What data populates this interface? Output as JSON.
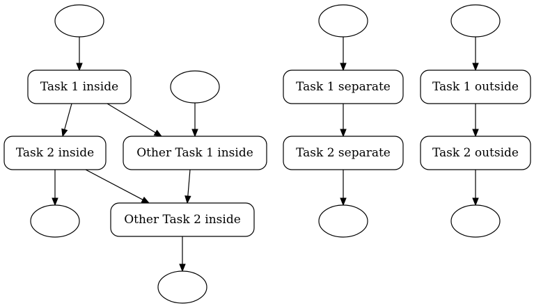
{
  "diagram": {
    "nodes": [
      {
        "id": "start1",
        "shape": "ellipse",
        "label": ""
      },
      {
        "id": "task1_inside",
        "shape": "box",
        "label": "Task 1 inside"
      },
      {
        "id": "task2_inside",
        "shape": "box",
        "label": "Task 2 inside"
      },
      {
        "id": "end1",
        "shape": "ellipse",
        "label": ""
      },
      {
        "id": "start2",
        "shape": "ellipse",
        "label": ""
      },
      {
        "id": "other_task1_inside",
        "shape": "box",
        "label": "Other Task 1 inside"
      },
      {
        "id": "other_task2_inside",
        "shape": "box",
        "label": "Other Task 2 inside"
      },
      {
        "id": "end2",
        "shape": "ellipse",
        "label": ""
      },
      {
        "id": "start3",
        "shape": "ellipse",
        "label": ""
      },
      {
        "id": "task1_separate",
        "shape": "box",
        "label": "Task 1 separate"
      },
      {
        "id": "task2_separate",
        "shape": "box",
        "label": "Task 2 separate"
      },
      {
        "id": "end3",
        "shape": "ellipse",
        "label": ""
      },
      {
        "id": "start4",
        "shape": "ellipse",
        "label": ""
      },
      {
        "id": "task1_outside",
        "shape": "box",
        "label": "Task 1 outside"
      },
      {
        "id": "task2_outside",
        "shape": "box",
        "label": "Task 2 outside"
      },
      {
        "id": "end4",
        "shape": "ellipse",
        "label": ""
      }
    ],
    "edges": [
      {
        "from": "start1",
        "to": "task1_inside"
      },
      {
        "from": "task1_inside",
        "to": "task2_inside"
      },
      {
        "from": "task1_inside",
        "to": "other_task1_inside"
      },
      {
        "from": "task2_inside",
        "to": "end1"
      },
      {
        "from": "task2_inside",
        "to": "other_task2_inside"
      },
      {
        "from": "start2",
        "to": "other_task1_inside"
      },
      {
        "from": "other_task1_inside",
        "to": "other_task2_inside"
      },
      {
        "from": "other_task2_inside",
        "to": "end2"
      },
      {
        "from": "start3",
        "to": "task1_separate"
      },
      {
        "from": "task1_separate",
        "to": "task2_separate"
      },
      {
        "from": "task2_separate",
        "to": "end3"
      },
      {
        "from": "start4",
        "to": "task1_outside"
      },
      {
        "from": "task1_outside",
        "to": "task2_outside"
      },
      {
        "from": "task2_outside",
        "to": "end4"
      }
    ]
  }
}
